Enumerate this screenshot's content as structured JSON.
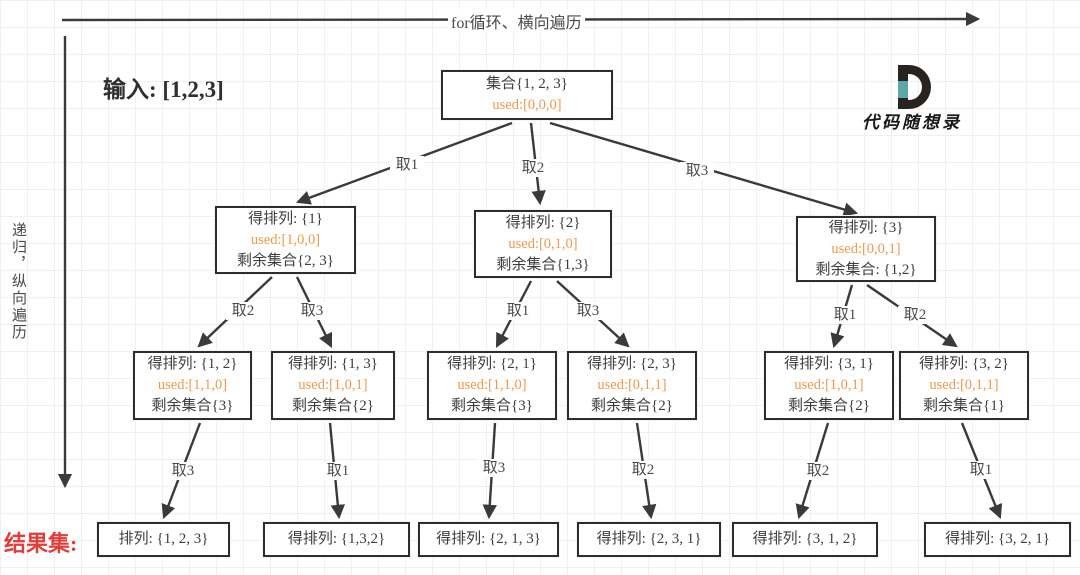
{
  "colors": {
    "used": "#ed9950",
    "result": "#e23d3d",
    "teal": "#5aa8ab",
    "line": "#3a3a3a"
  },
  "labels": {
    "top_axis": "for循环、横向遍历",
    "left_axis": "递归，纵向遍历",
    "input": "输入: [1,2,3]",
    "result_set": "结果集:"
  },
  "brand": {
    "letter": "D",
    "name": "代码随想录"
  },
  "tree": {
    "root": {
      "set": "集合{1, 2, 3}",
      "used": "used:[0,0,0]"
    },
    "level2": [
      {
        "perm": "得排列: {1}",
        "used": "used:[1,0,0]",
        "rest": "剩余集合{2, 3}"
      },
      {
        "perm": "得排列: {2}",
        "used": "used:[0,1,0]",
        "rest": "剩余集合{1,3}"
      },
      {
        "perm": "得排列: {3}",
        "used": "used:[0,0,1]",
        "rest": "剩余集合: {1,2}"
      }
    ],
    "level3": [
      {
        "perm": "得排列: {1, 2}",
        "used": "used:[1,1,0]",
        "rest": "剩余集合{3}"
      },
      {
        "perm": "得排列: {1, 3}",
        "used": "used:[1,0,1]",
        "rest": "剩余集合{2}"
      },
      {
        "perm": "得排列: {2, 1}",
        "used": "used:[1,1,0]",
        "rest": "剩余集合{3}"
      },
      {
        "perm": "得排列: {2, 3}",
        "used": "used:[0,1,1]",
        "rest": "剩余集合{2}"
      },
      {
        "perm": "得排列: {3, 1}",
        "used": "used:[1,0,1]",
        "rest": "剩余集合{2}"
      },
      {
        "perm": "得排列: {3, 2}",
        "used": "used:[0,1,1]",
        "rest": "剩余集合{1}"
      }
    ],
    "results": [
      "排列: {1, 2, 3}",
      "得排列: {1,3,2}",
      "得排列: {2, 1, 3}",
      "得排列: {2, 3, 1}",
      "得排列: {3, 1, 2}",
      "得排列: {3, 2, 1}"
    ],
    "edge_labels": {
      "l1": [
        "取1",
        "取2",
        "取3"
      ],
      "l2": [
        "取2",
        "取3",
        "取1",
        "取3",
        "取1",
        "取2"
      ],
      "l3": [
        "取3",
        "取1",
        "取3",
        "取2",
        "取2",
        "取1"
      ]
    }
  }
}
